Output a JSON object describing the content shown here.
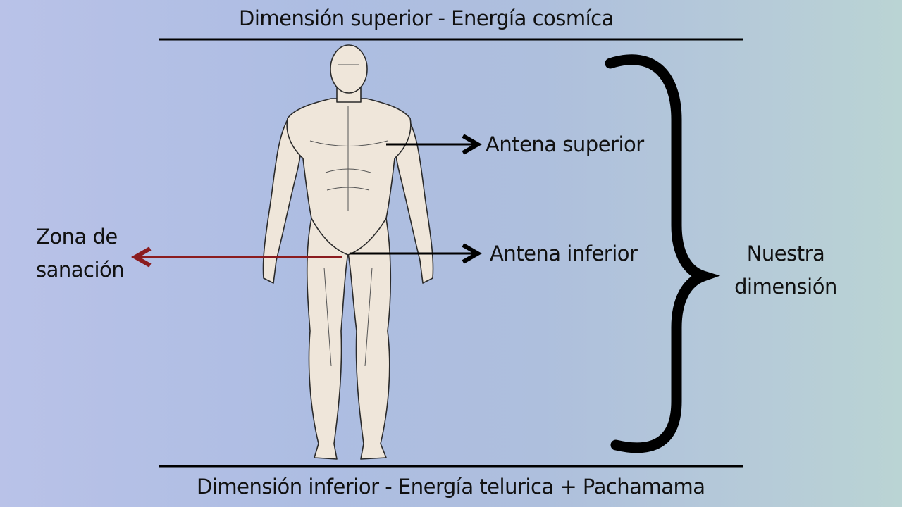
{
  "title_top": "Dimensión superior - Energía cosmíca",
  "title_bottom": "Dimensión inferior - Energía telurica + Pachamama",
  "labels": {
    "upper_antenna": "Antena superior",
    "lower_antenna": "Antena inferior",
    "healing_zone_line1": "Zona de",
    "healing_zone_line2": "sanación",
    "our_dimension_line1": "Nuestra",
    "our_dimension_line2": "dimensión"
  },
  "colors": {
    "healing_arrow": "#8b1c1f",
    "arrow": "#000000",
    "skin": "#efe6da"
  }
}
